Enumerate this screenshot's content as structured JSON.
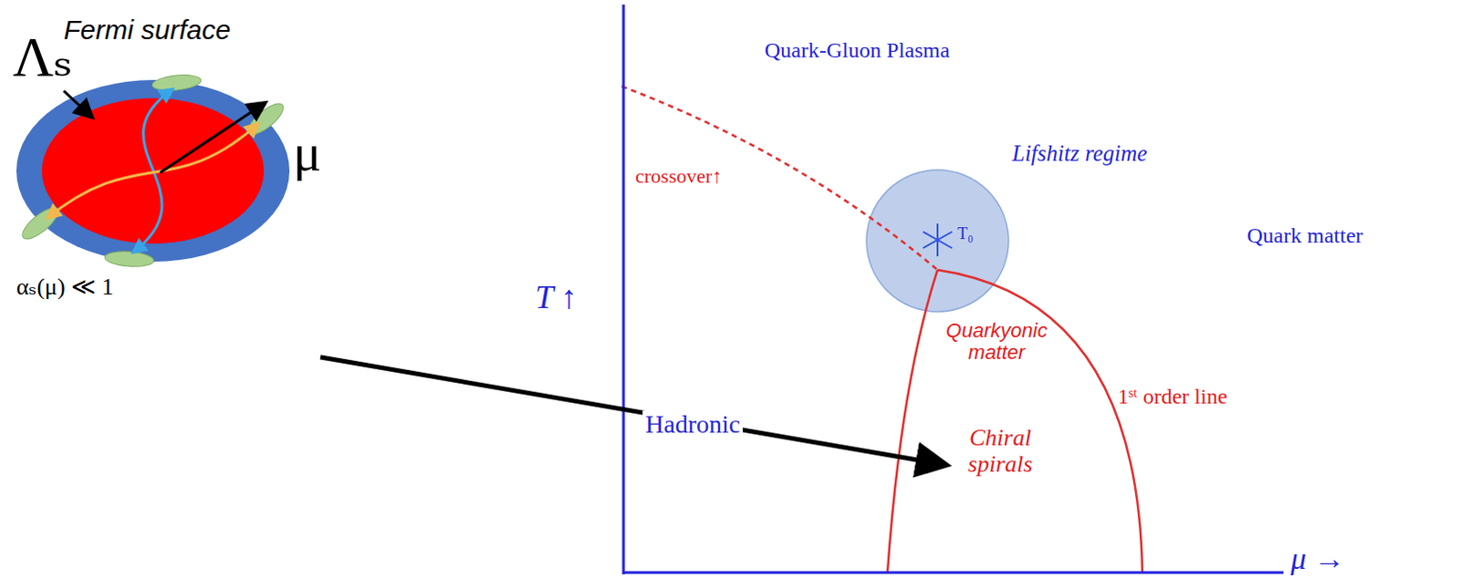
{
  "diagram": {
    "labels": [
      "Fermi surface",
      "Λₛ",
      "μ",
      "αₛ(μ) ≪ 1",
      "Quark-Gluon Plasma",
      "crossover↑",
      "Lifshitz regime",
      "T₀",
      "Quark matter",
      "Quarkyonic matter",
      "1ˢᵗ order line",
      "Hadronic",
      "Chiral spirals",
      "T ↑",
      "μ →"
    ]
  }
}
